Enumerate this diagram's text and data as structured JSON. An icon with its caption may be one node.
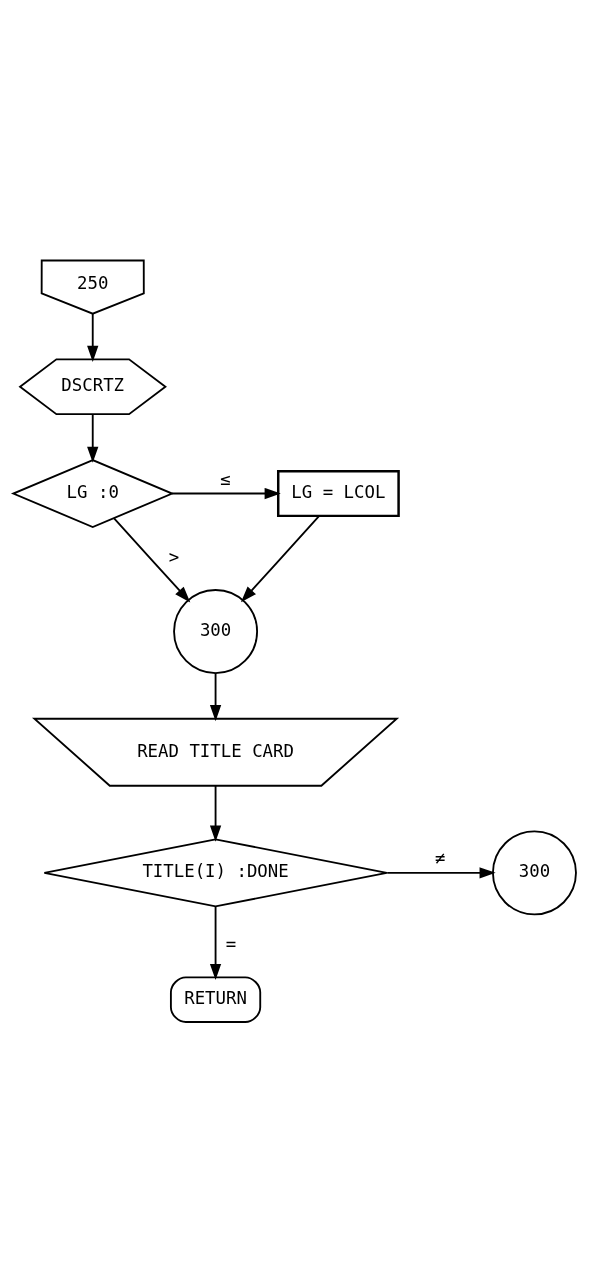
{
  "diagram": {
    "nodes": [
      {
        "text": [
          "250"
        ]
      },
      {
        "text": [
          "DSCRTZ"
        ]
      },
      {
        "text": [
          "LG :0"
        ]
      },
      {
        "text": [
          "LG = LCOL"
        ]
      },
      {
        "text": [
          "300"
        ]
      },
      {
        "text": [
          "READ TITLE CARD"
        ]
      },
      {
        "text": [
          "TITLE(I) :DONE"
        ]
      },
      {
        "text": [
          "300"
        ]
      },
      {
        "text": [
          "RETURN"
        ]
      }
    ],
    "edges": [
      {
        "from": 0,
        "to": 1,
        "arrow": "to"
      },
      {
        "from": 1,
        "to": 2,
        "arrow": "to"
      },
      {
        "from": 2,
        "to": 3,
        "arrow": "to",
        "label": "≤"
      },
      {
        "from": 2,
        "to": 4,
        "arrow": "to",
        "label": ">"
      },
      {
        "from": 3,
        "to": 4,
        "arrow": "to"
      },
      {
        "from": 4,
        "to": 5,
        "arrow": "to"
      },
      {
        "from": 5,
        "to": 6,
        "arrow": "to"
      },
      {
        "from": 6,
        "to": 7,
        "arrow": "to",
        "label": "≠"
      },
      {
        "from": 6,
        "to": 8,
        "arrow": "to",
        "label": "="
      }
    ]
  }
}
